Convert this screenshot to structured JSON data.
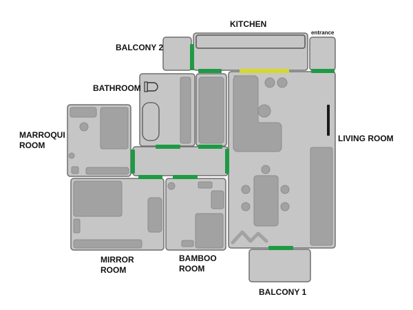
{
  "rooms": {
    "kitchen": "KITCHEN",
    "entrance": "entrance",
    "balcony_2": "BALCONY 2",
    "bathroom": "BATHROOM",
    "living_room": "LIVING ROOM",
    "marroqui_room": [
      "MARROQUI",
      "ROOM"
    ],
    "mirror_room": [
      "MIRROR",
      "ROOM"
    ],
    "bamboo_room": [
      "BAMBOO",
      "ROOM"
    ],
    "balcony_1": "BALCONY 1"
  },
  "colors": {
    "room_fill": "#c6c6c6",
    "room_border": "#6f6f6f",
    "furniture": "#a2a2a2",
    "door": "#1f9a44",
    "entrance_door": "#d6d92a",
    "background": "#ffffff"
  }
}
